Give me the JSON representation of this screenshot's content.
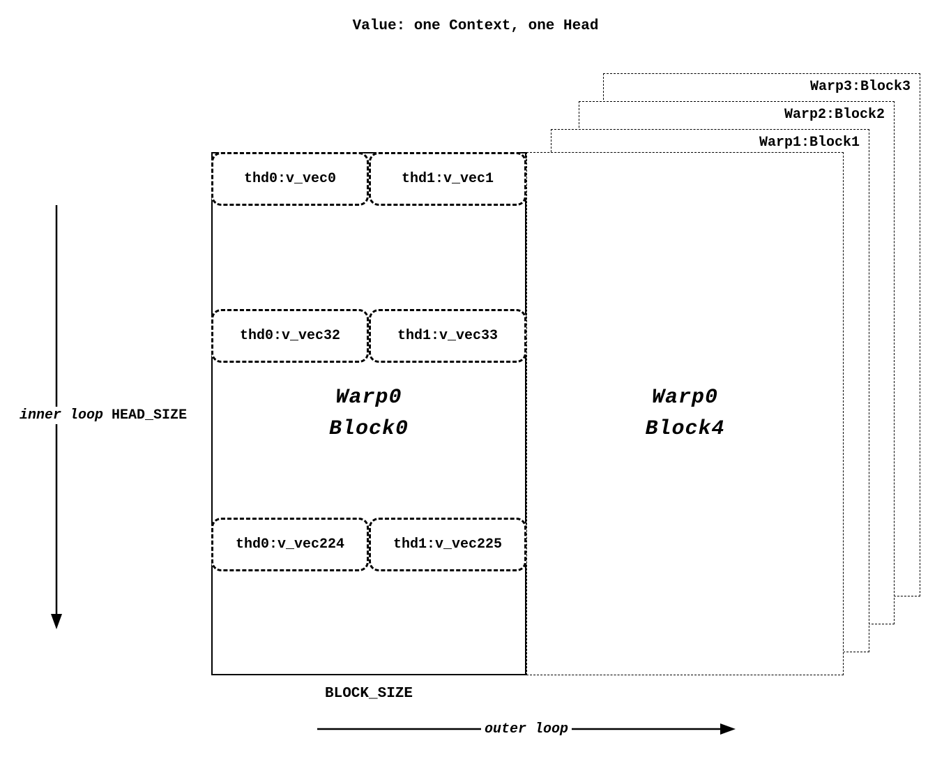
{
  "title": "Value: one Context, one Head",
  "colors": {
    "ink": "#000000",
    "background": "#ffffff"
  },
  "back_blocks": [
    {
      "label": "Warp3:Block3"
    },
    {
      "label": "Warp2:Block2"
    },
    {
      "label": "Warp1:Block1"
    }
  ],
  "front_block": {
    "line1": "Warp0",
    "line2": "Block4"
  },
  "main_block": {
    "line1": "Warp0",
    "line2": "Block0"
  },
  "vec_rows": [
    {
      "cells": [
        {
          "label": "thd0:v_vec0"
        },
        {
          "label": "thd1:v_vec1"
        }
      ]
    },
    {
      "cells": [
        {
          "label": "thd0:v_vec32"
        },
        {
          "label": "thd1:v_vec33"
        }
      ]
    },
    {
      "cells": [
        {
          "label": "thd0:v_vec224"
        },
        {
          "label": "thd1:v_vec225"
        }
      ]
    }
  ],
  "axes": {
    "inner_loop_label": "inner loop",
    "head_size_label": "HEAD_SIZE",
    "block_size_label": "BLOCK_SIZE",
    "outer_loop_label": "outer loop"
  }
}
